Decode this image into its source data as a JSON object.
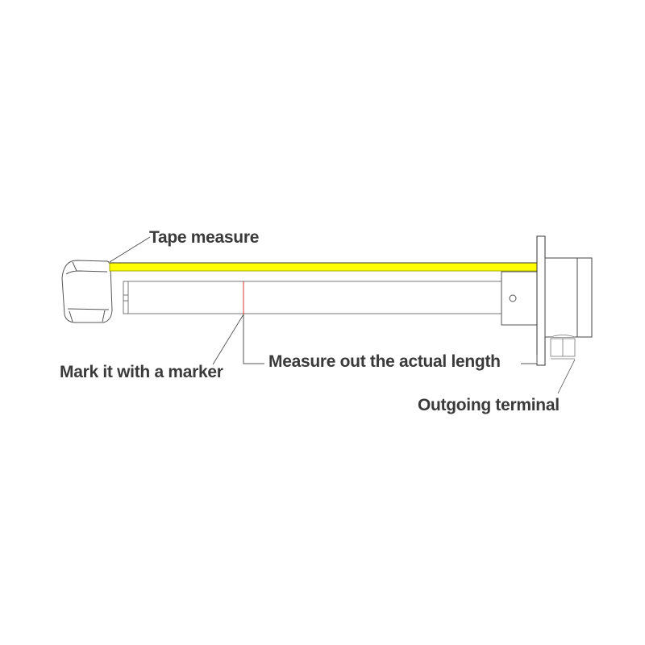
{
  "diagram": {
    "labels": {
      "tape_measure": "Tape measure",
      "mark_marker": "Mark it with a marker",
      "measure_length": "Measure out the actual length",
      "outgoing_terminal": "Outgoing terminal"
    },
    "colors": {
      "tape": "#ffff00",
      "tape_edge": "#b5b500",
      "mark_line": "#e03030",
      "line": "#555555",
      "text": "#3a3a3a"
    }
  }
}
